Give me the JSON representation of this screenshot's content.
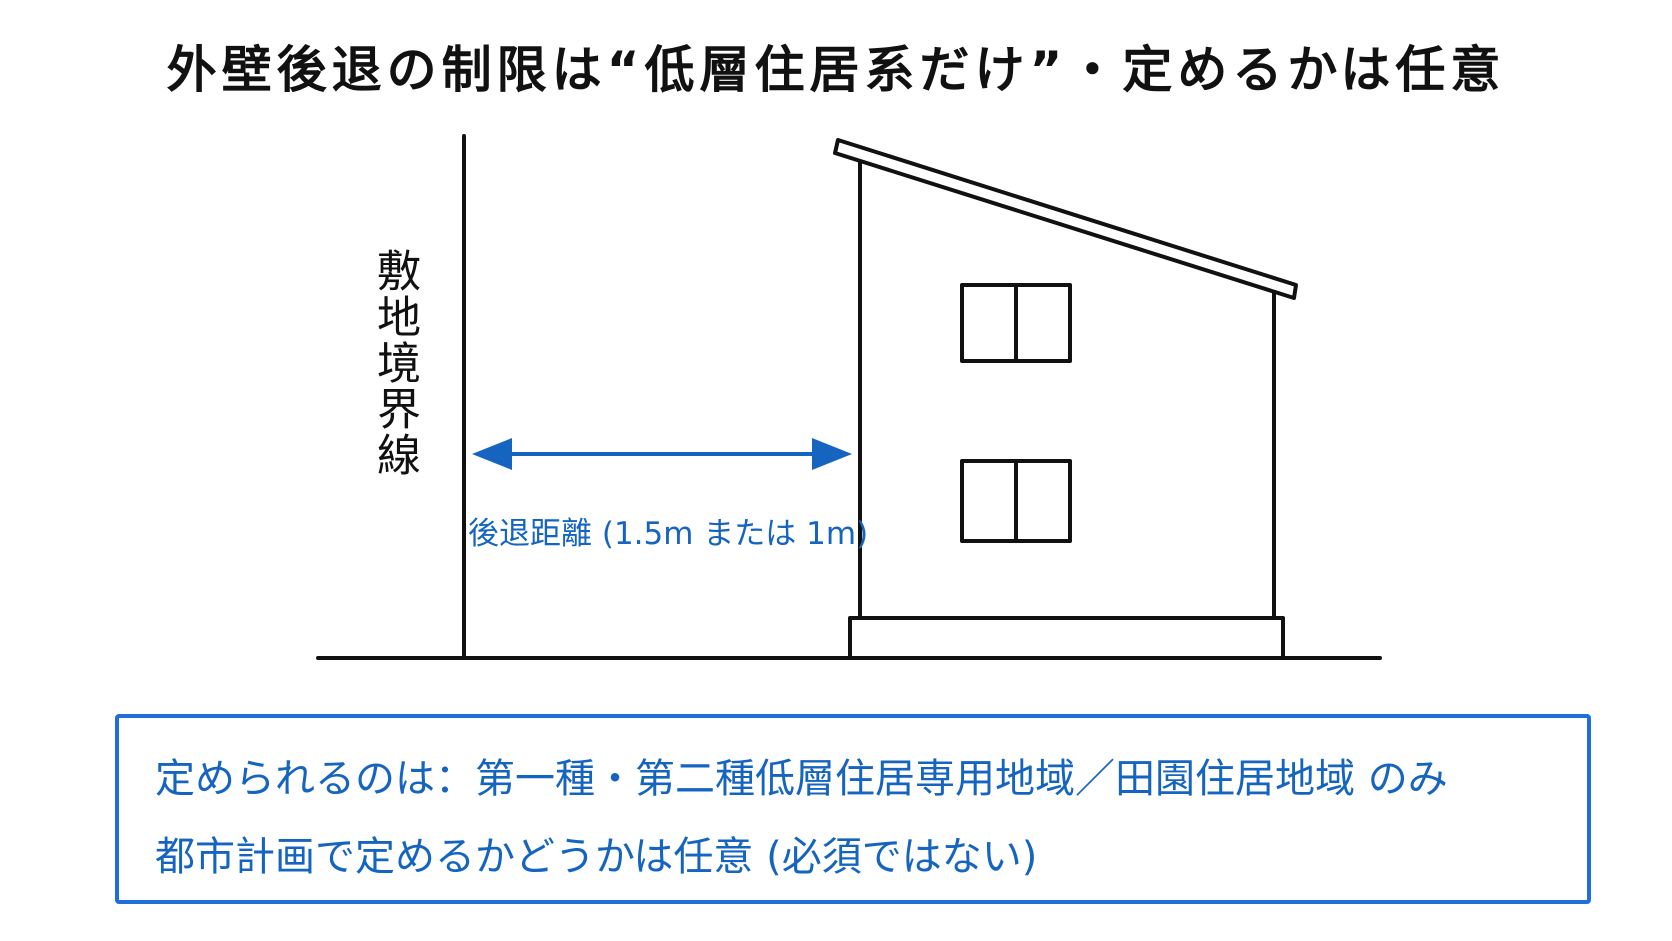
{
  "title": "外壁後退の制限は“低層住居系だけ”・定めるかは任意",
  "boundary_label": "敷地境界線",
  "setback_label": "後退距離 (1.5m または 1m)",
  "info_box": {
    "line1": "定められるのは：第一種・第二種低層住居専用地域／田園住居地域 のみ",
    "line2": "都市計画で定めるかどうかは任意 (必須ではない)"
  },
  "colors": {
    "line": "#111111",
    "accent": "#1565c0",
    "box_border": "#1e6fd9"
  }
}
